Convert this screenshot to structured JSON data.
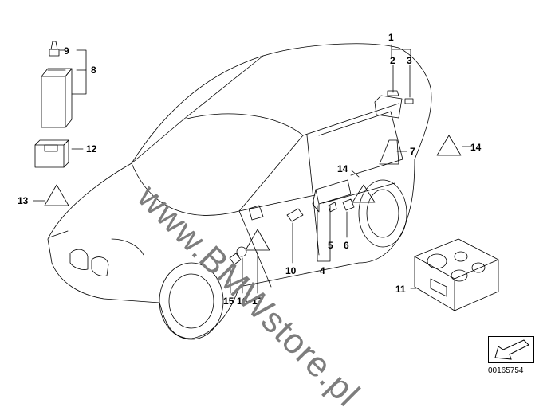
{
  "watermark": "www.BMWstore.pl",
  "doc_number": "00165754",
  "callouts": {
    "c1": "1",
    "c2": "2",
    "c3": "3",
    "c4": "4",
    "c5": "5",
    "c6": "6",
    "c7": "7",
    "c8": "8",
    "c9": "9",
    "c10": "10",
    "c11": "11",
    "c12": "12",
    "c13": "13",
    "c14a": "14",
    "c14b": "14",
    "c15": "15",
    "c16": "16",
    "c17": "17"
  }
}
